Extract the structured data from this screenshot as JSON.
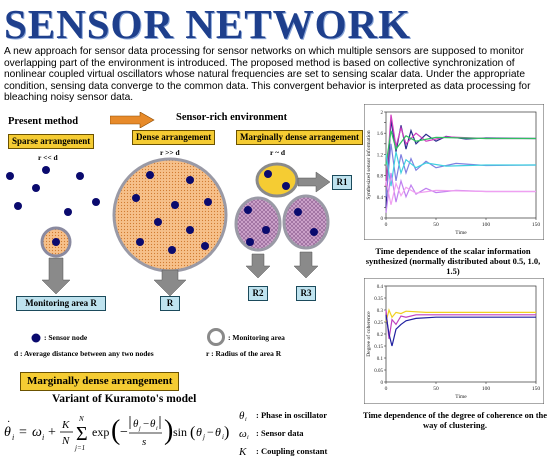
{
  "title": "SENSOR NETWORK",
  "intro": "A new approach for sensor data processing for sensor networks on which multiple sensors are supposed to monitor overlapping part of the environment is introduced. The proposed method is based on collective synchronization of nonlinear coupled virtual oscillators whose natural frequencies are set to sensing scalar data. Under the appropriate condition,  sensing data converge to the common data. This convergent behavior is interpreted as data processing for bleaching noisy sensor data.",
  "diagram": {
    "present_method": "Present method",
    "sensor_rich": "Sensor-rich environment",
    "sparse_label": "Sparse arrangement",
    "dense_label": "Dense arrangement",
    "marginal_label": "Marginally dense arrangement",
    "cond_sparse": "r << d",
    "cond_dense": "r >> d",
    "cond_marginal": "r ~ d",
    "monitoring_area": "Monitoring area R",
    "r_dense": "R",
    "r1": "R1",
    "r2": "R2",
    "r3": "R3"
  },
  "legend": {
    "sensor_node": ": Sensor node",
    "monitoring_area": ": Monitoring area",
    "d_def": "d : Average distance between any two nodes",
    "r_def": "r : Radius of the area R"
  },
  "model": {
    "box_label": "Marginally dense arrangement",
    "heading": "Variant of Kuramoto's model",
    "theta_def": ": Phase in oscillator",
    "omega_def": ": Sensor data",
    "k_def": ": Coupling constant"
  },
  "charts": {
    "chart1_caption": "Time dependence of the scalar information synthesized (normally distributed about 0.5, 1.0, 1.5)",
    "chart2_caption": "Time dependence of the degree of coherence on the way of clustering."
  },
  "colors": {
    "title": "#1e3f8c",
    "yellow_box": "#f5cc33",
    "cyan_box": "#bfe3ef",
    "node": "#0a0a6e",
    "area_fill": "#f6c08a"
  },
  "chart_data": [
    {
      "type": "line",
      "title": "",
      "xlabel": "Time",
      "ylabel": "Synthesized sensor information",
      "xlim": [
        0,
        150
      ],
      "ylim": [
        0,
        2
      ],
      "x_ticks": [
        0,
        50,
        100,
        150
      ],
      "y_ticks": [
        0,
        0.2,
        0.4,
        0.6,
        0.8,
        1.0,
        1.2,
        1.4,
        1.6,
        1.8,
        2.0
      ],
      "series": [
        {
          "color": "#2a2a8c",
          "values": [
            [
              0,
              0.2
            ],
            [
              5,
              1.85
            ],
            [
              10,
              1.25
            ],
            [
              15,
              1.75
            ],
            [
              20,
              1.3
            ],
            [
              25,
              1.65
            ],
            [
              30,
              1.4
            ],
            [
              40,
              1.58
            ],
            [
              50,
              1.45
            ],
            [
              60,
              1.54
            ],
            [
              80,
              1.49
            ],
            [
              100,
              1.51
            ],
            [
              150,
              1.5
            ]
          ]
        },
        {
          "color": "#d040c0",
          "values": [
            [
              0,
              0.6
            ],
            [
              5,
              1.95
            ],
            [
              10,
              1.35
            ],
            [
              15,
              1.7
            ],
            [
              20,
              1.4
            ],
            [
              30,
              1.6
            ],
            [
              40,
              1.45
            ],
            [
              60,
              1.53
            ],
            [
              100,
              1.5
            ],
            [
              150,
              1.5
            ]
          ]
        },
        {
          "color": "#30c060",
          "values": [
            [
              0,
              1.0
            ],
            [
              5,
              1.65
            ],
            [
              10,
              1.3
            ],
            [
              20,
              1.55
            ],
            [
              30,
              1.45
            ],
            [
              50,
              1.52
            ],
            [
              100,
              1.5
            ],
            [
              150,
              1.5
            ]
          ]
        },
        {
          "color": "#8080e0",
          "values": [
            [
              0,
              0.4
            ],
            [
              5,
              1.4
            ],
            [
              10,
              0.7
            ],
            [
              15,
              1.2
            ],
            [
              20,
              0.85
            ],
            [
              25,
              1.12
            ],
            [
              30,
              0.9
            ],
            [
              40,
              1.07
            ],
            [
              50,
              0.95
            ],
            [
              70,
              1.03
            ],
            [
              100,
              0.99
            ],
            [
              150,
              1.0
            ]
          ]
        },
        {
          "color": "#40d0e0",
          "values": [
            [
              0,
              1.2
            ],
            [
              5,
              0.6
            ],
            [
              10,
              1.25
            ],
            [
              15,
              0.85
            ],
            [
              20,
              1.1
            ],
            [
              30,
              0.95
            ],
            [
              40,
              1.04
            ],
            [
              60,
              0.98
            ],
            [
              100,
              1.0
            ],
            [
              150,
              1.0
            ]
          ]
        },
        {
          "color": "#c080f0",
          "values": [
            [
              0,
              0.1
            ],
            [
              5,
              0.85
            ],
            [
              10,
              0.3
            ],
            [
              15,
              0.7
            ],
            [
              20,
              0.4
            ],
            [
              25,
              0.62
            ],
            [
              30,
              0.45
            ],
            [
              40,
              0.56
            ],
            [
              50,
              0.48
            ],
            [
              70,
              0.52
            ],
            [
              100,
              0.5
            ],
            [
              150,
              0.5
            ]
          ]
        },
        {
          "color": "#f0a0f0",
          "values": [
            [
              0,
              0.7
            ],
            [
              5,
              0.25
            ],
            [
              10,
              0.65
            ],
            [
              15,
              0.42
            ],
            [
              20,
              0.58
            ],
            [
              30,
              0.47
            ],
            [
              50,
              0.52
            ],
            [
              100,
              0.5
            ],
            [
              150,
              0.5
            ]
          ]
        }
      ]
    },
    {
      "type": "line",
      "title": "",
      "xlabel": "Time",
      "ylabel": "Degree of coherence",
      "xlim": [
        0,
        150
      ],
      "ylim": [
        0,
        0.4
      ],
      "x_ticks": [
        0,
        50,
        100,
        150
      ],
      "y_ticks": [
        0,
        0.05,
        0.1,
        0.15,
        0.2,
        0.25,
        0.3,
        0.35,
        0.4
      ],
      "series": [
        {
          "color": "#f0d020",
          "values": [
            [
              0,
              0.25
            ],
            [
              3,
              0.3
            ],
            [
              6,
              0.27
            ],
            [
              10,
              0.29
            ],
            [
              15,
              0.285
            ],
            [
              20,
              0.295
            ],
            [
              40,
              0.29
            ],
            [
              100,
              0.29
            ],
            [
              150,
              0.29
            ]
          ]
        },
        {
          "color": "#c040c0",
          "values": [
            [
              0,
              0.3
            ],
            [
              3,
              0.18
            ],
            [
              6,
              0.26
            ],
            [
              10,
              0.24
            ],
            [
              15,
              0.275
            ],
            [
              20,
              0.27
            ],
            [
              30,
              0.28
            ],
            [
              60,
              0.28
            ],
            [
              150,
              0.28
            ]
          ]
        },
        {
          "color": "#2020a0",
          "values": [
            [
              0,
              0.28
            ],
            [
              3,
              0.2
            ],
            [
              6,
              0.15
            ],
            [
              10,
              0.22
            ],
            [
              15,
              0.24
            ],
            [
              20,
              0.255
            ],
            [
              30,
              0.265
            ],
            [
              50,
              0.27
            ],
            [
              100,
              0.27
            ],
            [
              150,
              0.27
            ]
          ]
        }
      ]
    }
  ]
}
